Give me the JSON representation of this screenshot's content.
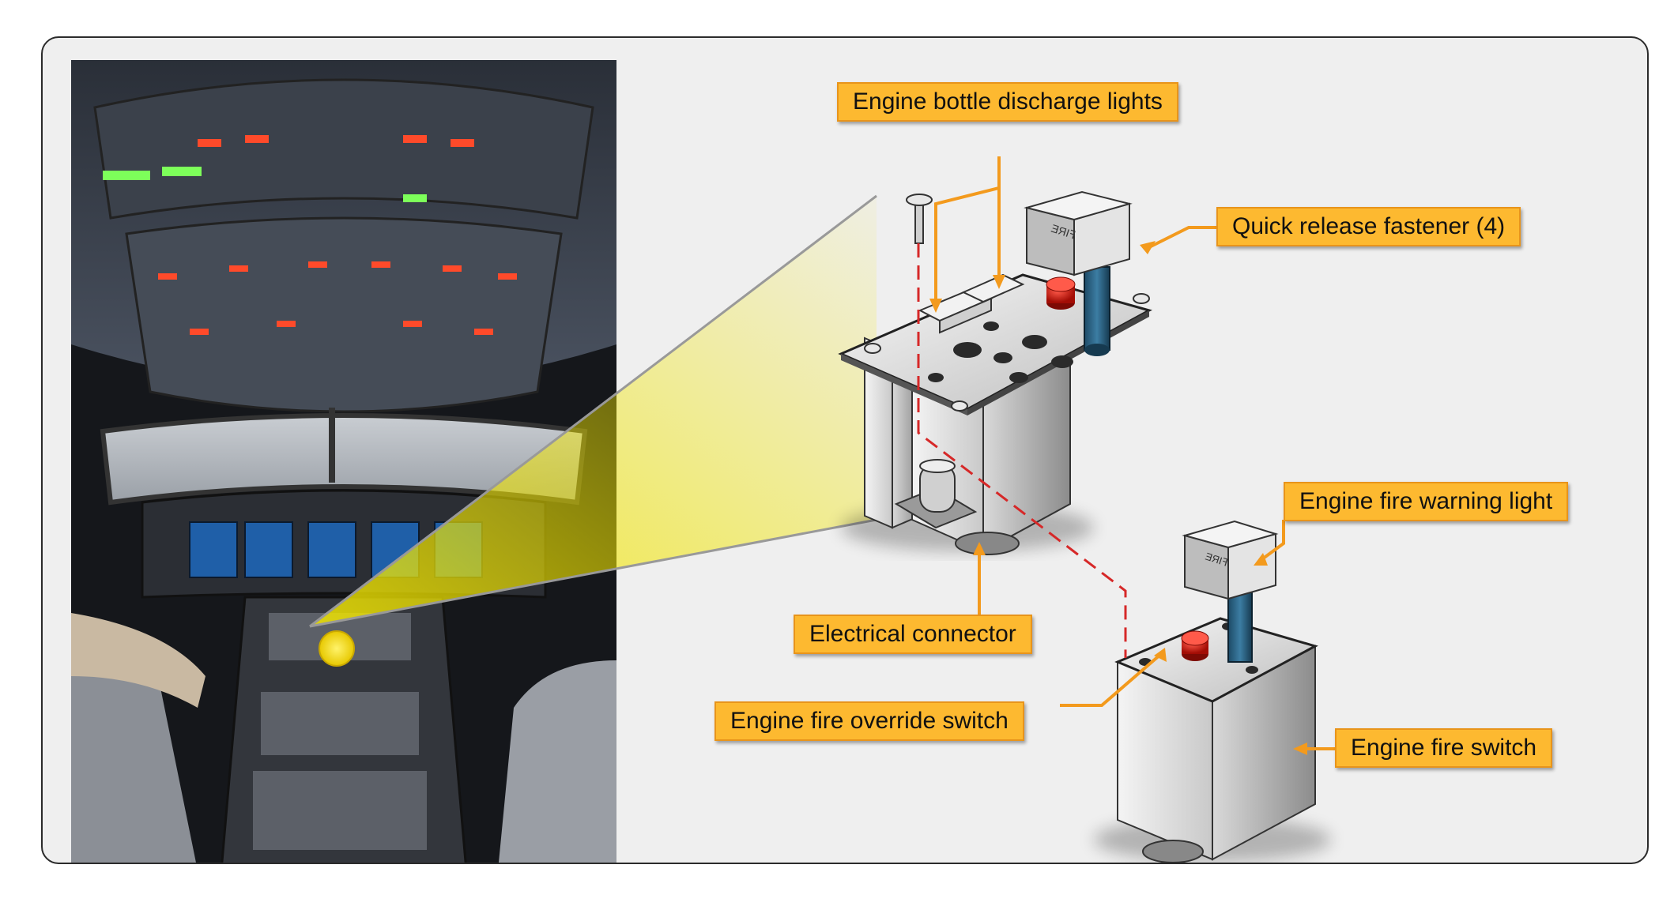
{
  "callouts": {
    "bottle_discharge": "Engine bottle discharge lights",
    "quick_release": "Quick release fastener (4)",
    "warning_light": "Engine fire warning light",
    "electrical": "Electrical connector",
    "override": "Engine fire override switch",
    "fire_switch": "Engine fire switch"
  },
  "colors": {
    "callout_fill": "#fdb930",
    "callout_border": "#e8941b",
    "leader_line": "#f39a1d",
    "discharge_path": "#d62828",
    "highlight": "#f2e600"
  },
  "icons": {
    "photo": "cockpit-photo",
    "switch_assembly": "fire-switch-assembly-icon",
    "switch_single": "fire-switch-single-icon"
  }
}
